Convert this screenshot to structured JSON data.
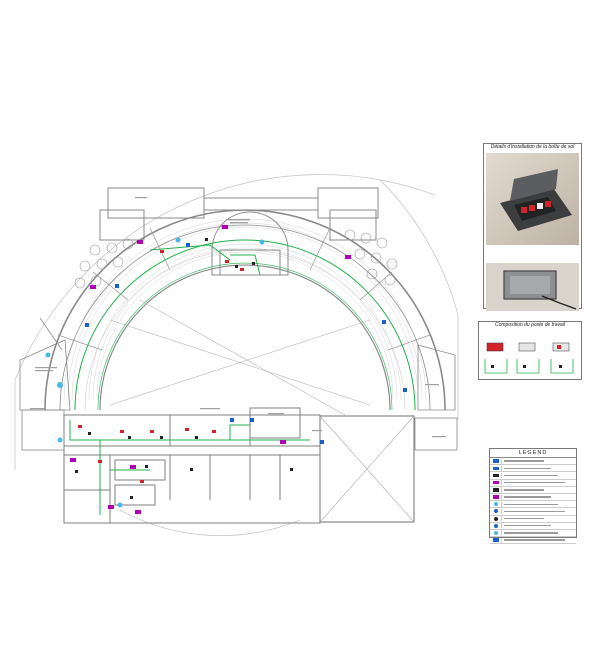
{
  "panels": {
    "detail_title": "Détails d'installation de la boîte de sol",
    "composition_title": "Composition du poste de travail",
    "legend_title": "LEGEND"
  },
  "colors": {
    "wall": "#8a8a8a",
    "thin_line": "#b9b9b9",
    "cable_green": "#22b24c",
    "socket_purple": "#b000b5",
    "socket_red": "#d2232a",
    "socket_blue": "#1b5fc9",
    "socket_cyan": "#4bb6e8",
    "socket_black": "#222222"
  },
  "legend": [
    {
      "symbol": "blue-rect-icon"
    },
    {
      "symbol": "blue-rect-icon"
    },
    {
      "symbol": "black-rect-icon"
    },
    {
      "symbol": "purple-rect-icon"
    },
    {
      "symbol": "black-rect-icon"
    },
    {
      "symbol": "purple-rect-icon"
    },
    {
      "symbol": "cyan-drop-icon"
    },
    {
      "symbol": "blue-drop-icon"
    },
    {
      "symbol": "black-circle-icon"
    },
    {
      "symbol": "blue-drop-icon"
    },
    {
      "symbol": "cyan-drop-icon"
    },
    {
      "symbol": "blue-square-icon"
    }
  ]
}
